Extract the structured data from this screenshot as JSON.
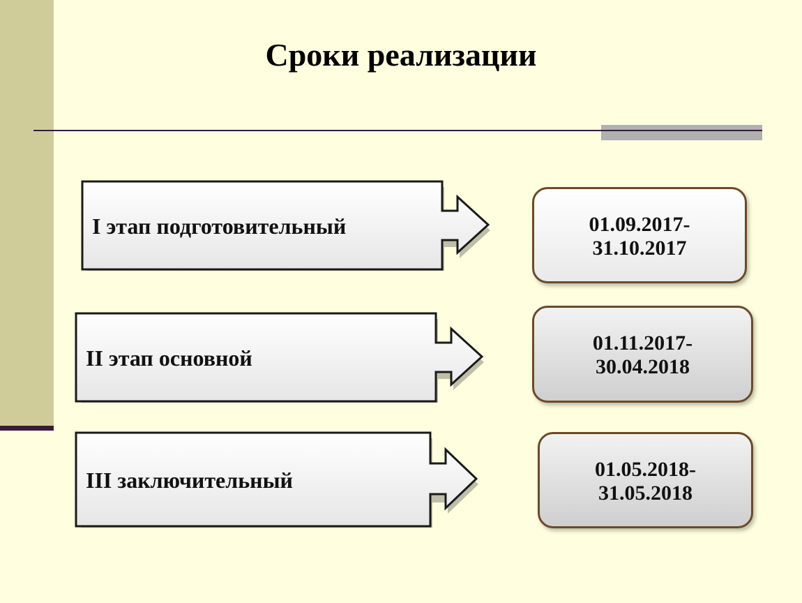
{
  "title": "Сроки реализации",
  "stages": [
    {
      "label": "I этап подготовительный",
      "dates": [
        "01.09.2017-",
        "31.10.2017"
      ]
    },
    {
      "label": "II этап основной",
      "dates": [
        "01.11.2017-",
        "30.04.2018"
      ]
    },
    {
      "label": "III заключительный",
      "dates": [
        "01.05.2018-",
        "31.05.2018"
      ]
    }
  ],
  "colors": {
    "background": "#ffffe0",
    "sidebar": "#cfcc9a",
    "box_border": "#6b4a2a"
  }
}
